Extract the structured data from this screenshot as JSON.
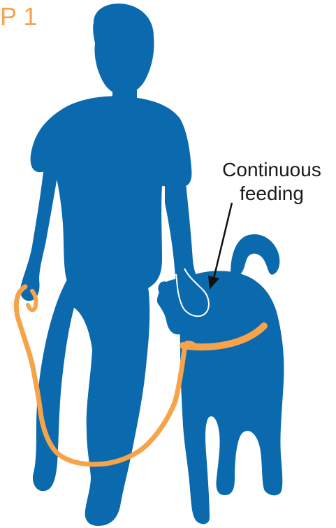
{
  "step_label": "P 1",
  "annotation": {
    "line1": "Continuous",
    "line2": "feeding"
  },
  "colors": {
    "silhouette": "#0a6aad",
    "leash": "#f6a34a",
    "outline": "#ffffff",
    "arrow": "#111111",
    "step_text": "#f6a34a"
  },
  "icons": {
    "person": "person-walking-silhouette-icon",
    "dog": "dog-silhouette-icon",
    "leash": "leash-icon",
    "arrow": "arrow-icon"
  }
}
